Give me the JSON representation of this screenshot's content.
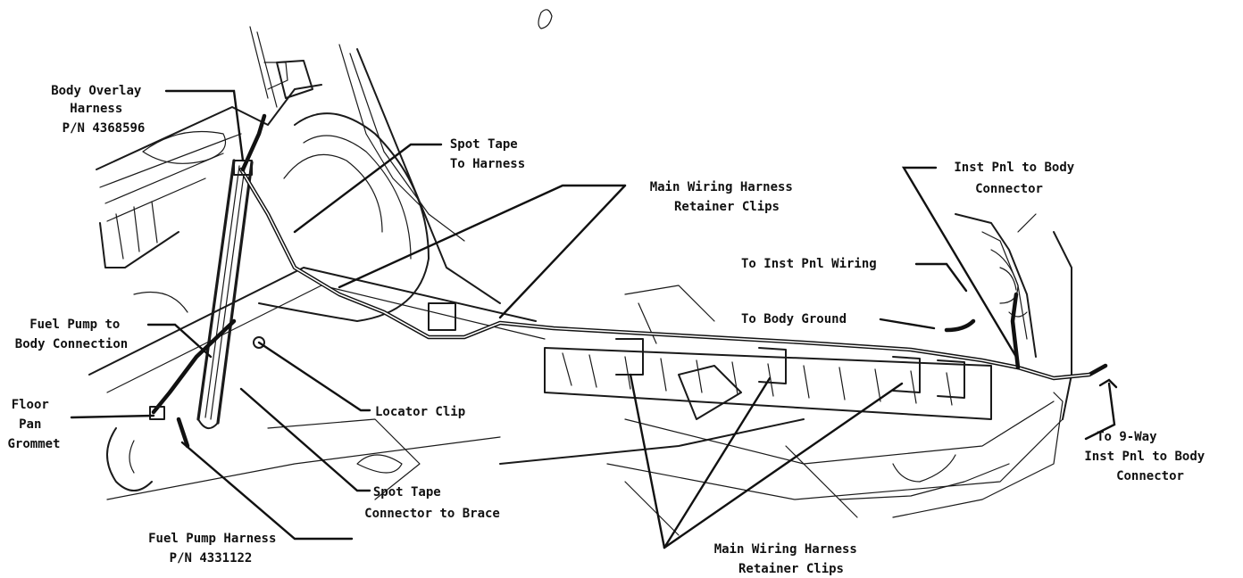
{
  "labels": {
    "body_overlay": [
      "Body Overlay",
      "Harness",
      "P/N 4368596"
    ],
    "spot_tape_harness": [
      "Spot Tape",
      "To Harness"
    ],
    "main_clips_top": [
      "Main Wiring Harness",
      "Retainer Clips"
    ],
    "inst_pnl_body": [
      "Inst Pnl to Body",
      "Connector"
    ],
    "to_inst_pnl_wiring": [
      "To Inst Pnl Wiring"
    ],
    "to_body_ground": [
      "To Body Ground"
    ],
    "fuel_pump_body": [
      "Fuel Pump to",
      "Body Connection"
    ],
    "floor_pan": [
      "Floor",
      "Pan",
      "Grommet"
    ],
    "locator_clip": [
      "Locator Clip"
    ],
    "spot_tape_brace": [
      "Spot Tape",
      "Connector to Brace"
    ],
    "nine_way": [
      "To 9-Way",
      "Inst Pnl to Body",
      "Connector"
    ],
    "fuel_pump_harness": [
      "Fuel Pump Harness",
      "P/N 4331122"
    ],
    "main_clips_bottom": [
      "Main Wiring Harness",
      "Retainer Clips"
    ]
  },
  "colors": {
    "ink": "#111111",
    "paper": "#ffffff"
  }
}
